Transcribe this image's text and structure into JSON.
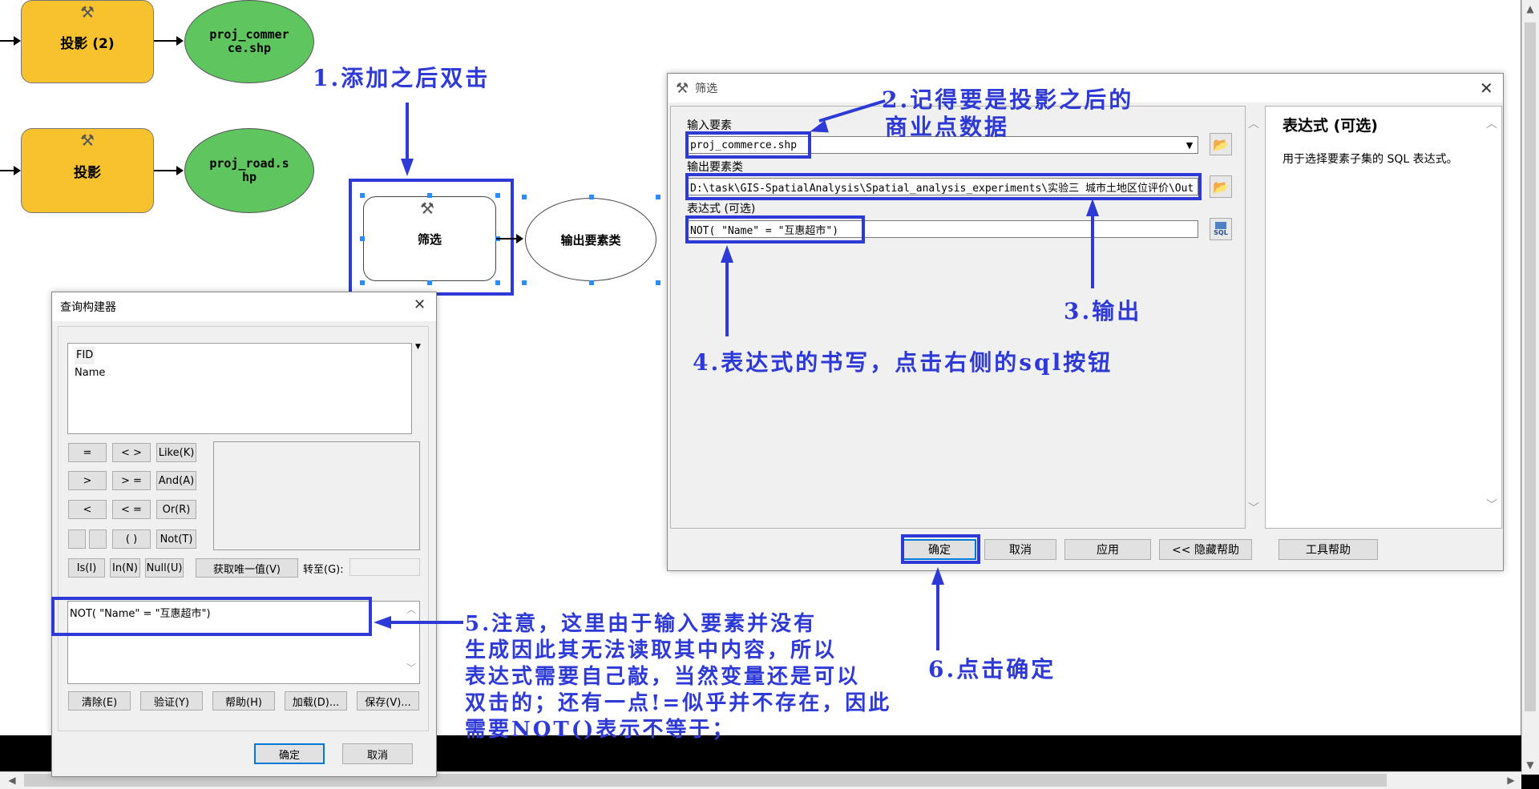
{
  "model": {
    "tool_project2": "投影 (2)",
    "tool_project": "投影",
    "data_commerce": "proj_commer ce.shp",
    "data_road": "proj_road.s hp",
    "tool_select": "筛选",
    "output_node": "输出要素类"
  },
  "annotations": {
    "a1": "1.添加之后双击",
    "a2_line1": "2.记得要是投影之后的",
    "a2_line2": "商业点数据",
    "a3": "3.输出",
    "a4": "4.表达式的书写，点击右侧的sql按钮",
    "a5": "5.注意，这里由于输入要素并没有\n生成因此其无法读取其中内容，所以\n表达式需要自己敲，当然变量还是可以\n双击的；还有一点!=似乎并不存在，因此\n需要NOT()表示不等于；",
    "a6": "6.点击确定"
  },
  "select_dialog": {
    "title": "筛选",
    "input_label": "输入要素",
    "input_value": "proj_commerce.shp",
    "output_label": "输出要素类",
    "output_value": "D:\\task\\GIS-SpatialAnalysis\\Spatial_analysis_experiments\\实验三 城市土地区位评价\\Out",
    "expr_label": "表达式 (可选)",
    "expr_value": "NOT( \"Name\" = \"互惠超市\")",
    "sql_label": "SQL",
    "help_title": "表达式 (可选)",
    "help_text": "用于选择要素子集的 SQL 表达式。",
    "buttons": {
      "ok": "确定",
      "cancel": "取消",
      "apply": "应用",
      "hide_help": "<< 隐藏帮助",
      "tool_help": "工具帮助"
    }
  },
  "query_builder": {
    "title": "查询构建器",
    "fields": [
      "FID",
      "Name"
    ],
    "ops": {
      "eq": "=",
      "ne": "< >",
      "like": "Like(K)",
      "gt": ">",
      "ge": "> =",
      "and": "And(A)",
      "lt": "<",
      "le": "< =",
      "or": "Or(R)",
      "paren": "( )",
      "not": "Not(T)",
      "is": "Is(I)",
      "in": "In(N)",
      "null": "Null(U)"
    },
    "get_unique": "获取唯一值(V)",
    "goto_label": "转至(G):",
    "expression": "NOT( \"Name\" = \"互惠超市\")",
    "buttons": {
      "clear": "清除(E)",
      "verify": "验证(Y)",
      "help": "帮助(H)",
      "load": "加载(D)...",
      "save": "保存(V)...",
      "ok": "确定",
      "cancel": "取消"
    }
  }
}
